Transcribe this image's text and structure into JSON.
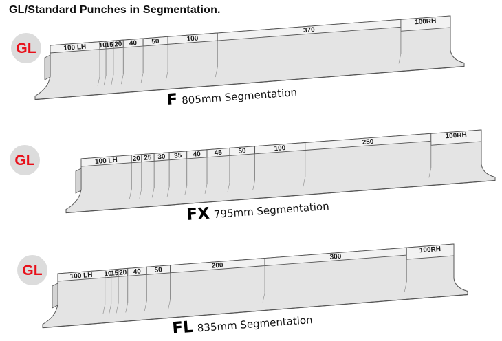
{
  "title": "GL/Standard Punches in Segmentation.",
  "punches": [
    {
      "badge": "GL",
      "code": "F",
      "caption": "805mm Segmentation",
      "segments": [
        "100 LH",
        "10",
        "15",
        "20",
        "40",
        "50",
        "100",
        "370",
        "100RH"
      ],
      "lengths": [
        100,
        10,
        15,
        20,
        40,
        50,
        100,
        370,
        100
      ]
    },
    {
      "badge": "GL",
      "code": "FX",
      "caption": "795mm Segmentation",
      "segments": [
        "100 LH",
        "20",
        "25",
        "30",
        "35",
        "40",
        "45",
        "50",
        "100",
        "250",
        "100RH"
      ],
      "lengths": [
        100,
        20,
        25,
        30,
        35,
        40,
        45,
        50,
        100,
        250,
        100
      ]
    },
    {
      "badge": "GL",
      "code": "FL",
      "caption": "835mm Segmentation",
      "segments": [
        "100 LH",
        "10",
        "15",
        "20",
        "40",
        "50",
        "200",
        "300",
        "100RH"
      ],
      "lengths": [
        100,
        10,
        15,
        20,
        40,
        50,
        200,
        300,
        100
      ]
    }
  ],
  "colors": {
    "badge_bg": "#dcdcdc",
    "badge_text": "#e8101a",
    "punch_fill": "#e4e4e4",
    "punch_top": "#f2f2f2",
    "punch_stroke": "#555555"
  }
}
